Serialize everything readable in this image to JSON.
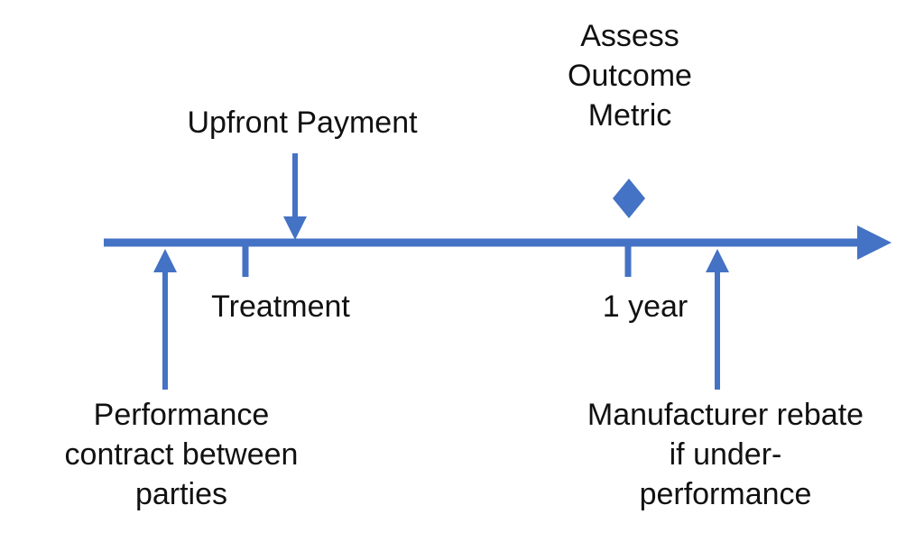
{
  "diagram": {
    "accent_color": "#4472C4",
    "events": {
      "upfront_payment": {
        "label": "Upfront Payment",
        "marker": "down-arrow-icon"
      },
      "assess_outcome": {
        "lines": [
          "Assess",
          "Outcome",
          "Metric"
        ],
        "marker": "diamond-icon"
      },
      "treatment": {
        "label": "Treatment",
        "marker": "tick-icon"
      },
      "one_year": {
        "label": "1 year",
        "marker": "tick-icon"
      },
      "performance_contract": {
        "lines": [
          "Performance",
          "contract between",
          "parties"
        ],
        "marker": "up-arrow-icon"
      },
      "manufacturer_rebate": {
        "lines": [
          "Manufacturer rebate",
          "if under-",
          "performance"
        ],
        "marker": "up-arrow-icon"
      }
    }
  }
}
